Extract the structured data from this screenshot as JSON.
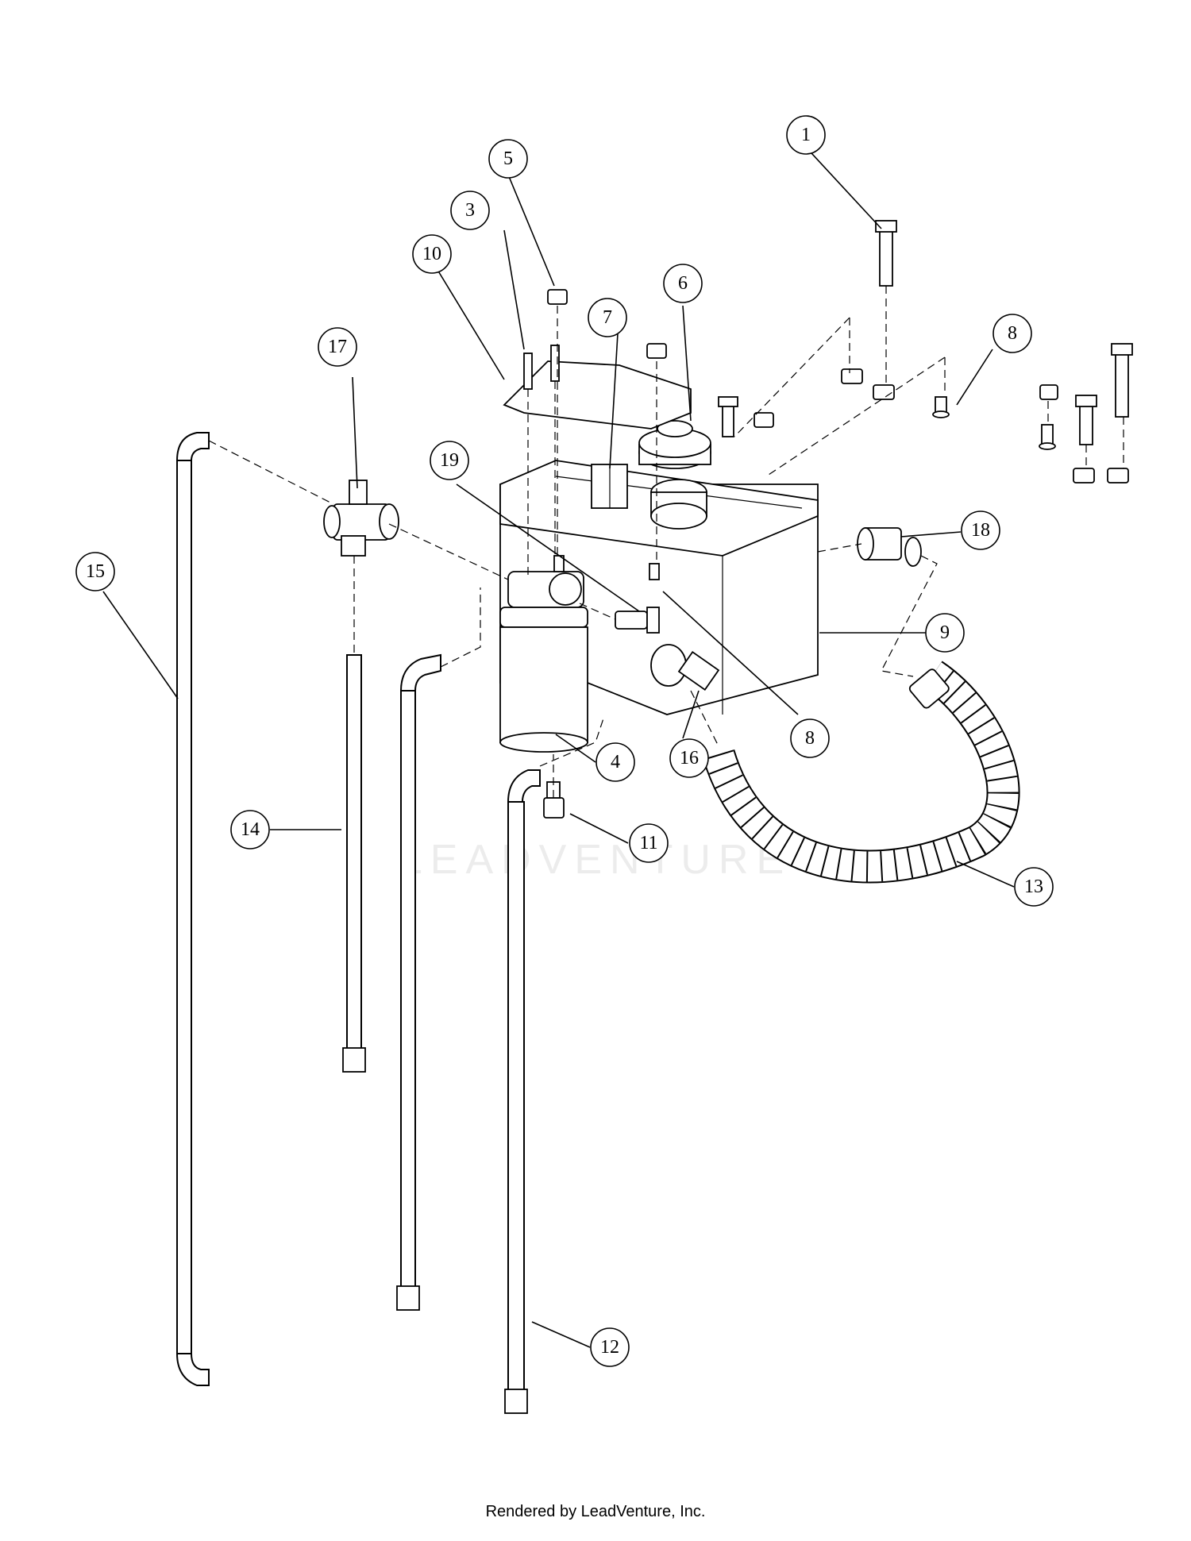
{
  "callouts": [
    {
      "id": "c1",
      "label": "1"
    },
    {
      "id": "c3",
      "label": "3"
    },
    {
      "id": "c4",
      "label": "4"
    },
    {
      "id": "c5",
      "label": "5"
    },
    {
      "id": "c6",
      "label": "6"
    },
    {
      "id": "c7",
      "label": "7"
    },
    {
      "id": "c8a",
      "label": "8"
    },
    {
      "id": "c8b",
      "label": "8"
    },
    {
      "id": "c9",
      "label": "9"
    },
    {
      "id": "c10",
      "label": "10"
    },
    {
      "id": "c11",
      "label": "11"
    },
    {
      "id": "c12",
      "label": "12"
    },
    {
      "id": "c13",
      "label": "13"
    },
    {
      "id": "c14",
      "label": "14"
    },
    {
      "id": "c15",
      "label": "15"
    },
    {
      "id": "c16",
      "label": "16"
    },
    {
      "id": "c17",
      "label": "17"
    },
    {
      "id": "c18",
      "label": "18"
    },
    {
      "id": "c19",
      "label": "19"
    }
  ],
  "watermark": "LEADVENTURE",
  "footer": "Rendered by LeadVenture, Inc."
}
